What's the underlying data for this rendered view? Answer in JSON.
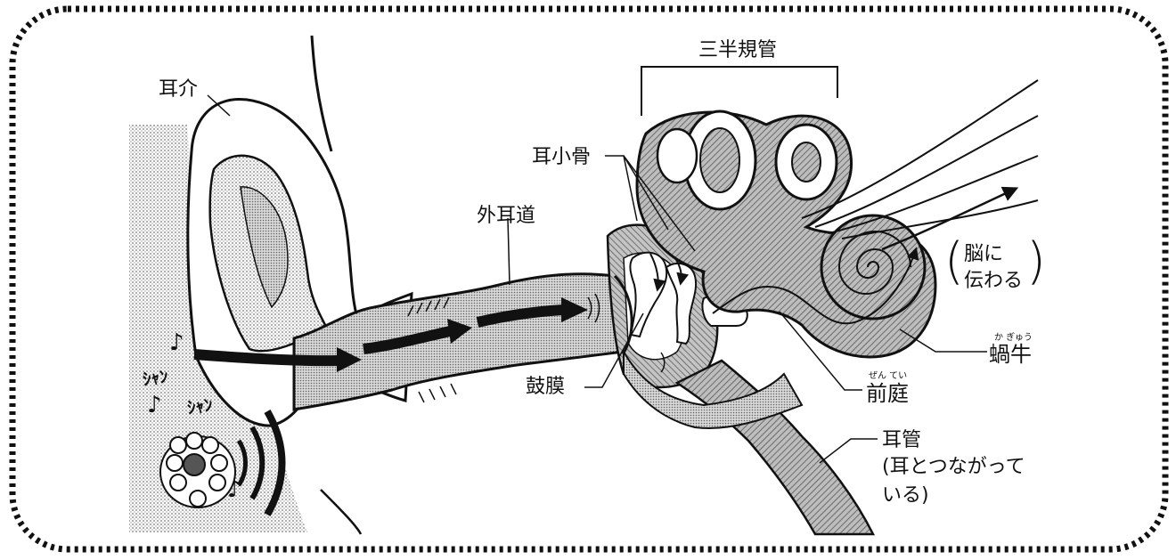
{
  "labels": {
    "auricle": "耳介",
    "semicircular_canals": "三半規管",
    "ossicles": "耳小骨",
    "ear_canal": "外耳道",
    "eardrum": "鼓膜",
    "brain_paren_open": "(",
    "brain_line1": "脳に",
    "brain_line2": "伝わる",
    "brain_paren_close": ")",
    "cochlea": "蝸牛",
    "cochlea_ruby": "か ぎゅう",
    "vestibule": "前庭",
    "vestibule_ruby": "ぜん てい",
    "eustachian_tube": "耳管",
    "eustachian_note_line1": "(耳とつながって",
    "eustachian_note_line2": "いる)"
  },
  "sound_effects": {
    "sfx1": "ｼｬﾝ",
    "sfx2": "ｼｬﾝ",
    "note_symbol": "♪"
  },
  "colors": {
    "ink": "#111111",
    "tissue_gray": "#9a9a9a",
    "light_dot": "#cfcfcf"
  }
}
